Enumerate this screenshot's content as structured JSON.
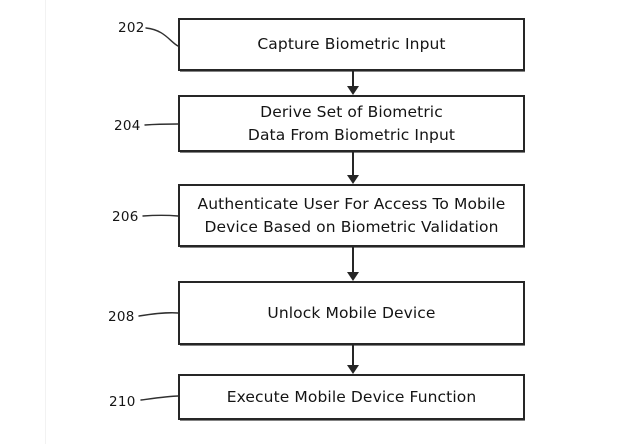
{
  "figure": {
    "type": "patent-flowchart",
    "orientation": "vertical",
    "background_color": "#ffffff",
    "line_color": "#262626",
    "text_color": "#141414"
  },
  "nodes": [
    {
      "ref": "202",
      "label": "Capture Biometric Input",
      "lines": [
        "Capture Biometric Input"
      ]
    },
    {
      "ref": "204",
      "label": "Derive Set of Biometric\nData From Biometric Input",
      "lines": [
        "Derive Set of Biometric",
        "Data From Biometric Input"
      ]
    },
    {
      "ref": "206",
      "label": "Authenticate User For Access To Mobile\nDevice Based on Biometric Validation",
      "lines": [
        "Authenticate User For Access To Mobile",
        "Device Based on Biometric Validation"
      ]
    },
    {
      "ref": "208",
      "label": "Unlock Mobile Device",
      "lines": [
        "Unlock Mobile Device"
      ]
    },
    {
      "ref": "210",
      "label": "Execute Mobile Device Function",
      "lines": [
        "Execute Mobile Device Function"
      ]
    }
  ],
  "connectors": [
    {
      "from": "202",
      "to": "204",
      "arrow": "down"
    },
    {
      "from": "204",
      "to": "206",
      "arrow": "down"
    },
    {
      "from": "206",
      "to": "208",
      "arrow": "down"
    },
    {
      "from": "208",
      "to": "210",
      "arrow": "down"
    }
  ]
}
